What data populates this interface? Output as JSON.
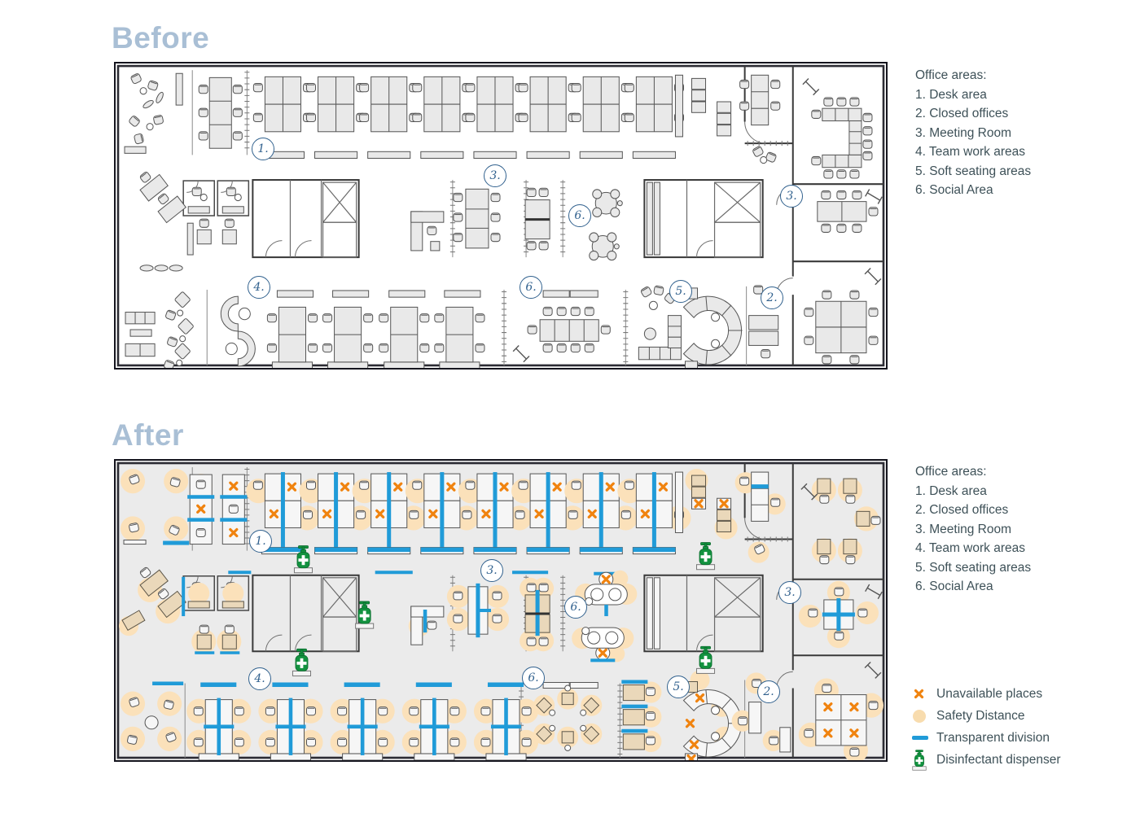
{
  "plans": {
    "before": {
      "title": "Before",
      "area_markers": [
        "1.",
        "3.",
        "6.",
        "3.",
        "4.",
        "6.",
        "5.",
        "2."
      ]
    },
    "after": {
      "title": "After",
      "area_markers": [
        "1.",
        "3.",
        "6.",
        "3.",
        "4.",
        "6.",
        "5.",
        "2."
      ]
    }
  },
  "office_areas_legend": {
    "heading": "Office areas:",
    "items": [
      "1. Desk area",
      "2. Closed offices",
      "3. Meeting Room",
      "4. Team work areas",
      "5. Soft seating areas",
      "6. Social Area"
    ]
  },
  "symbols_legend": {
    "items": [
      {
        "icon": "unavailable-cross-icon",
        "label": "Unavailable places"
      },
      {
        "icon": "safety-distance-icon",
        "label": "Safety Distance"
      },
      {
        "icon": "transparent-division-icon",
        "label": "Transparent division"
      },
      {
        "icon": "disinfectant-dispenser-icon",
        "label": "Disinfectant dispenser"
      }
    ]
  },
  "colors": {
    "accent_blue": "#209bd8",
    "alert_orange": "#f0830f",
    "safety_peach": "#fbe1ba",
    "dispenser_green": "#12923f",
    "title_blue": "#a9bfd5",
    "legend_text": "#3e5158"
  }
}
